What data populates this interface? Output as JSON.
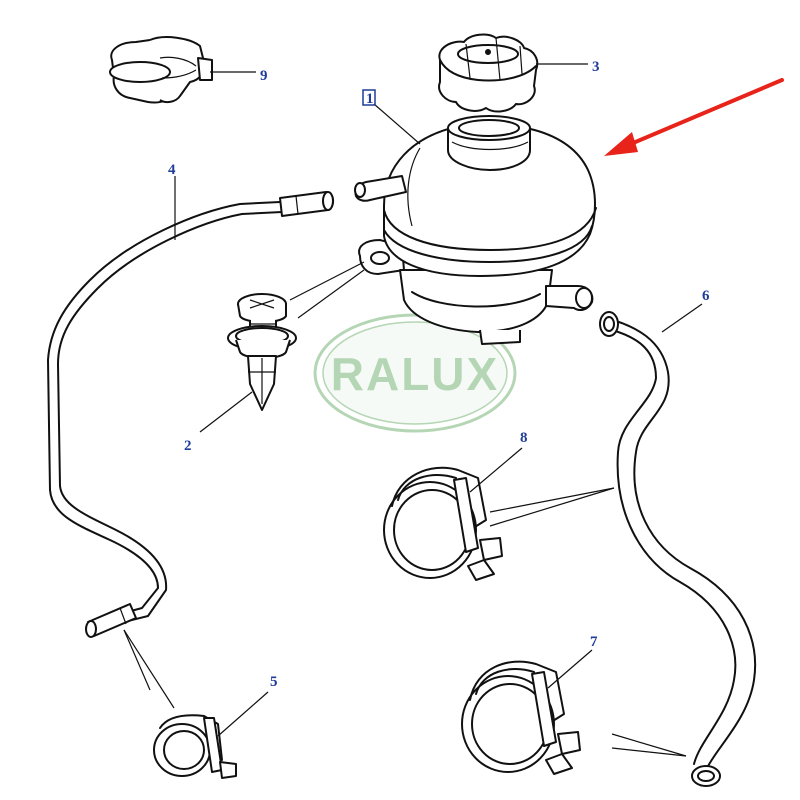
{
  "watermark": {
    "text": "RALUX",
    "color": "#2e8b2e"
  },
  "label_color": "#1f3d99",
  "highlight_color": "#e8231a",
  "callouts": [
    {
      "id": "1",
      "part": "expansion-tank",
      "boxed": true
    },
    {
      "id": "2",
      "part": "push-rivet"
    },
    {
      "id": "3",
      "part": "filler-cap"
    },
    {
      "id": "4",
      "part": "bleed-pipe"
    },
    {
      "id": "5",
      "part": "small-hose-clip"
    },
    {
      "id": "6",
      "part": "coolant-hose"
    },
    {
      "id": "7",
      "part": "hose-clamp-lower"
    },
    {
      "id": "8",
      "part": "hose-clamp-upper"
    },
    {
      "id": "9",
      "part": "pipe-retaining-clip"
    }
  ]
}
